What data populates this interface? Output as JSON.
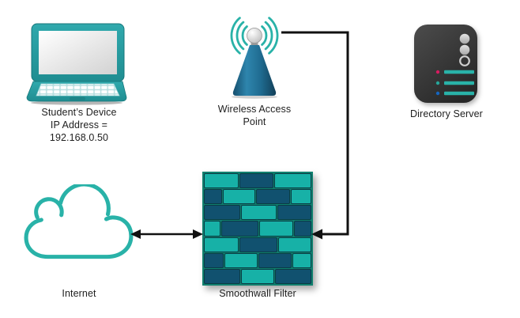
{
  "colors": {
    "background": "#ffffff",
    "text": "#1e1e1e",
    "teal": "#29b2a8",
    "laptop_teal_light": "#30a9ad",
    "laptop_teal_dark": "#1f8d91",
    "laptop_trackpad": "#1c8487",
    "cone_light": "#2e85ad",
    "cone_dark": "#154f6e",
    "brick_teal": "#17b1a7",
    "brick_navy": "#11516f",
    "wall_mortar": "#10806f",
    "server_body_light": "#4c4c4c",
    "server_body_dark": "#272727",
    "dot_pink": "#d81b60",
    "dot_teal": "#26a69a",
    "dot_blue": "#1565c0",
    "arrow_black": "#111111"
  },
  "nodes": {
    "student_device": {
      "lines": [
        "Student’s Device",
        "IP Address =",
        "192.168.0.50"
      ],
      "ip_address": "192.168.0.50"
    },
    "wireless_access_point": {
      "lines": [
        "Wireless Access",
        "Point"
      ]
    },
    "directory_server": {
      "lines": [
        "Directory Server"
      ]
    },
    "internet": {
      "lines": [
        "Internet"
      ]
    },
    "smoothwall_filter": {
      "lines": [
        "Smoothwall Filter"
      ]
    }
  },
  "connections": [
    {
      "from": "Internet",
      "to": "Smoothwall Filter",
      "type": "double-arrow"
    },
    {
      "from": "Wireless Access Point",
      "to": "Smoothwall Filter",
      "type": "elbow-arrow"
    }
  ],
  "wall": {
    "rows": [
      [
        {
          "c": "t",
          "w": 33
        },
        {
          "c": "d",
          "w": 32
        },
        {
          "c": "t",
          "w": 35
        }
      ],
      [
        {
          "c": "d",
          "w": 17
        },
        {
          "c": "t",
          "w": 31
        },
        {
          "c": "d",
          "w": 33
        },
        {
          "c": "t",
          "w": 19
        }
      ],
      [
        {
          "c": "d",
          "w": 34
        },
        {
          "c": "t",
          "w": 34
        },
        {
          "c": "d",
          "w": 32
        }
      ],
      [
        {
          "c": "t",
          "w": 15
        },
        {
          "c": "d",
          "w": 36
        },
        {
          "c": "t",
          "w": 33
        },
        {
          "c": "d",
          "w": 16
        }
      ],
      [
        {
          "c": "t",
          "w": 33
        },
        {
          "c": "d",
          "w": 36
        },
        {
          "c": "t",
          "w": 31
        }
      ],
      [
        {
          "c": "d",
          "w": 18
        },
        {
          "c": "t",
          "w": 32
        },
        {
          "c": "d",
          "w": 32
        },
        {
          "c": "t",
          "w": 18
        }
      ],
      [
        {
          "c": "d",
          "w": 34
        },
        {
          "c": "t",
          "w": 32
        },
        {
          "c": "d",
          "w": 34
        }
      ]
    ]
  }
}
